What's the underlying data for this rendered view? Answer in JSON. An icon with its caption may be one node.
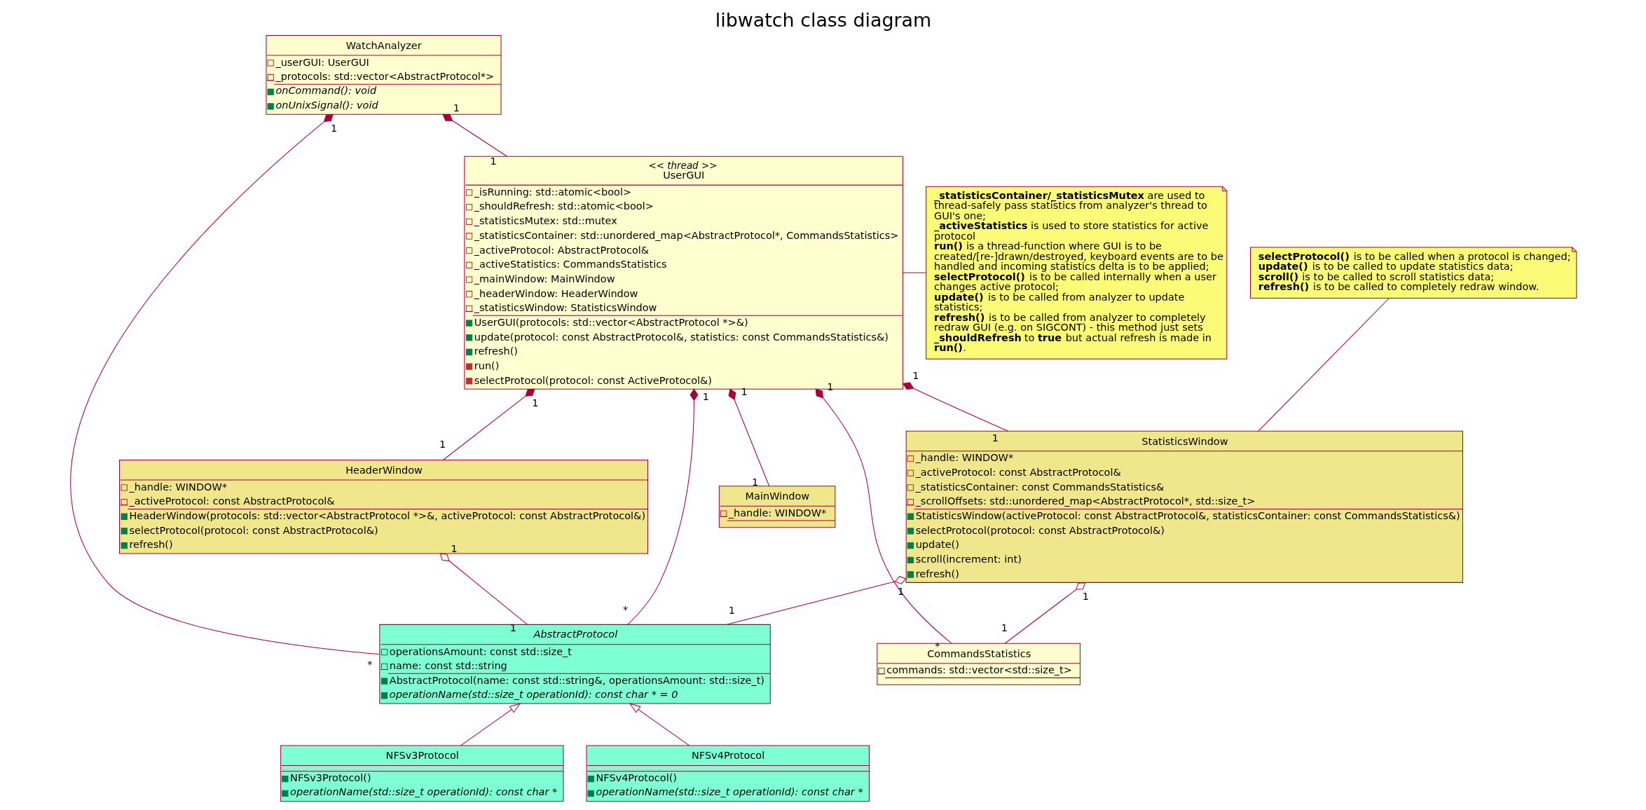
{
  "diagram": {
    "title": "libwatch class diagram",
    "nodes": [
      {
        "text": [
          "WatchAnalyzer",
          "_userGUI: UserGUI",
          "_protocols: std::vector<AbstractProtocol*>",
          "onCommand(): void",
          "onUnixSignal(): void"
        ]
      },
      {
        "text": [
          "<< thread >>",
          "UserGUI",
          "_isRunning: std::atomic<bool>",
          "_shouldRefresh: std::atomic<bool>",
          "_statisticsMutex: std::mutex",
          "_statisticsContainer: std::unordered_map<AbstractProtocol*, CommandsStatistics>",
          "_activeProtocol: AbstractProtocol&",
          "_activeStatistics: CommandsStatistics",
          "_mainWindow: MainWindow",
          "_headerWindow: HeaderWindow",
          "_statisticsWindow: StatisticsWindow",
          "UserGUI(protocols: std::vector<AbstractProtocol *>&)",
          "update(protocol: const AbstractProtocol&, statistics: const CommandsStatistics&)",
          "refresh()",
          "run()",
          "selectProtocol(protocol: const ActiveProtocol&)"
        ]
      },
      {
        "text": [
          "**_statisticsContainer/_statisticsMutex** are used to thread-safely pass statistics from analyzer's thread to GUI's one;",
          "**_activeStatistics** is used to store statistics for active protocol",
          "**run()** is a thread-function where GUI is to be created/[re-]drawn/destroyed, keyboard events are to be handled and incoming statistics delta is to be applied;",
          "**selectProtocol()** is to be called internally when a user changes active protocol;",
          "**update()** is to be called from analyzer to update statistics;",
          "**refresh()** is to be called from analyzer to completely redraw GUI (e.g. on SIGCONT) - this method just sets **_shouldRefresh** to **true** but actual refresh is made in **run()**."
        ]
      },
      {
        "text": [
          "**selectProtocol()** is to be called when a protocol is changed;",
          "**update()** is to be called to update statistics data;",
          "**scroll()** is to be called to scroll statistics data;",
          "**refresh()** is to be called to completely redraw window."
        ]
      },
      {
        "text": [
          "HeaderWindow",
          "_handle: WINDOW*",
          "_activeProtocol: const AbstractProtocol&",
          "HeaderWindow(protocols: std::vector<AbstractProtocol *>&, activeProtocol: const AbstractProtocol&)",
          "selectProtocol(protocol: const AbstractProtocol&)",
          "refresh()"
        ]
      },
      {
        "text": [
          "MainWindow",
          "_handle: WINDOW*"
        ]
      },
      {
        "text": [
          "StatisticsWindow",
          "_handle: WINDOW*",
          "_activeProtocol: const AbstractProtocol&",
          "_statisticsContainer: const CommandsStatistics&",
          "_scrollOffsets: std::unordered_map<AbstractProtocol*, std::size_t>",
          "StatisticsWindow(activeProtocol: const AbstractProtocol&, statisticsContainer: const CommandsStatistics&)",
          "selectProtocol(protocol: const AbstractProtocol&)",
          "update()",
          "scroll(increment: int)",
          "refresh()"
        ]
      },
      {
        "text": [
          "AbstractProtocol",
          "operationsAmount: const std::size_t",
          "name: const std::string",
          "AbstractProtocol(name: const std::string&, operationsAmount: std::size_t)",
          "operationName(std::size_t operationId): const char * = 0"
        ]
      },
      {
        "text": [
          "CommandsStatistics",
          "commands: std::vector<std::size_t>"
        ]
      },
      {
        "text": [
          "NFSv3Protocol",
          "NFSv3Protocol()",
          "operationName(std::size_t operationId): const char *"
        ]
      },
      {
        "text": [
          "NFSv4Protocol",
          "NFSv4Protocol()",
          "operationName(std::size_t operationId): const char *"
        ]
      }
    ],
    "edges": [
      {
        "from": 0,
        "to": 7,
        "arrow": "other"
      },
      {
        "from": 0,
        "to": 1,
        "arrow": "other"
      },
      {
        "from": 1,
        "to": 2,
        "arrow": "none"
      },
      {
        "from": 1,
        "to": 4,
        "arrow": "other"
      },
      {
        "from": 1,
        "to": 7,
        "arrow": "other"
      },
      {
        "from": 1,
        "to": 5,
        "arrow": "other"
      },
      {
        "from": 1,
        "to": 8,
        "arrow": "other"
      },
      {
        "from": 1,
        "to": 6,
        "arrow": "other"
      },
      {
        "from": 3,
        "to": 6,
        "arrow": "none"
      },
      {
        "from": 4,
        "to": 7,
        "arrow": "other"
      },
      {
        "from": 6,
        "to": 7,
        "arrow": "other"
      },
      {
        "from": 6,
        "to": 8,
        "arrow": "other"
      },
      {
        "from": 9,
        "to": 7,
        "arrow": "to"
      },
      {
        "from": 10,
        "to": 7,
        "arrow": "to"
      }
    ],
    "labels": [
      "1",
      "*",
      "1",
      "1",
      "1",
      "1",
      "1",
      "*",
      "1",
      "1",
      "1",
      "*",
      "1",
      "1",
      "1",
      "1",
      "1",
      "1",
      "1",
      "1"
    ]
  }
}
